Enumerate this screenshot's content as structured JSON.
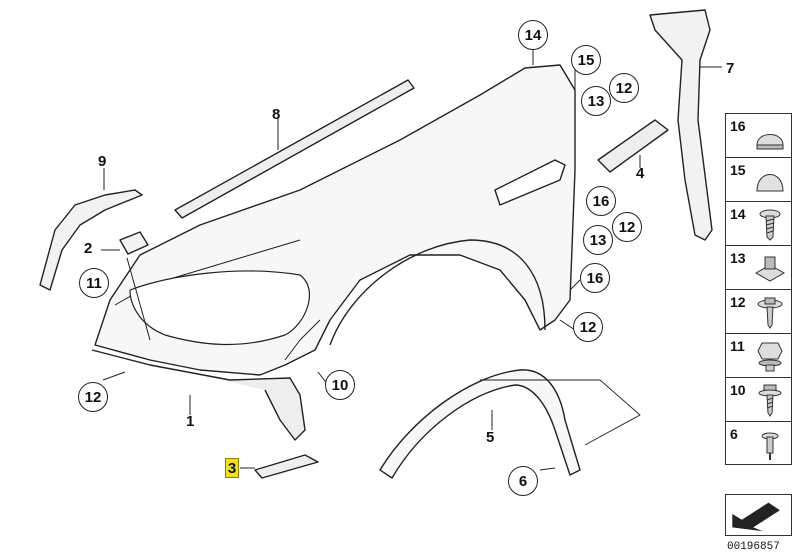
{
  "callouts": {
    "c14_top": "14",
    "c15_top": "15",
    "c12_a": "12",
    "c13_a": "13",
    "c16_a": "16",
    "c12_b": "12",
    "c13_b": "13",
    "c16_b": "16",
    "c12_c": "12",
    "c11": "11",
    "c2": "2",
    "c12_left": "12",
    "c10": "10",
    "c6": "6"
  },
  "plain_labels": {
    "l8": "8",
    "l9": "9",
    "l7": "7",
    "l4": "4",
    "l1": "1",
    "l5": "5"
  },
  "highlight_label": "3",
  "legend": [
    {
      "num": "16",
      "icon": "dome-cap-icon"
    },
    {
      "num": "15",
      "icon": "round-cap-icon"
    },
    {
      "num": "14",
      "icon": "torx-screw-icon"
    },
    {
      "num": "13",
      "icon": "clip-nut-icon"
    },
    {
      "num": "12",
      "icon": "collar-screw-icon"
    },
    {
      "num": "11",
      "icon": "hex-nut-icon"
    },
    {
      "num": "10",
      "icon": "flange-screw-icon"
    },
    {
      "num": "6",
      "icon": "rivet-icon"
    }
  ],
  "arrow_icon": "arrow-down-left-icon",
  "document_id": "00196857",
  "colors": {
    "highlight": "#f2e01a",
    "line": "#222222",
    "part_fill": "#f7f7f7"
  }
}
